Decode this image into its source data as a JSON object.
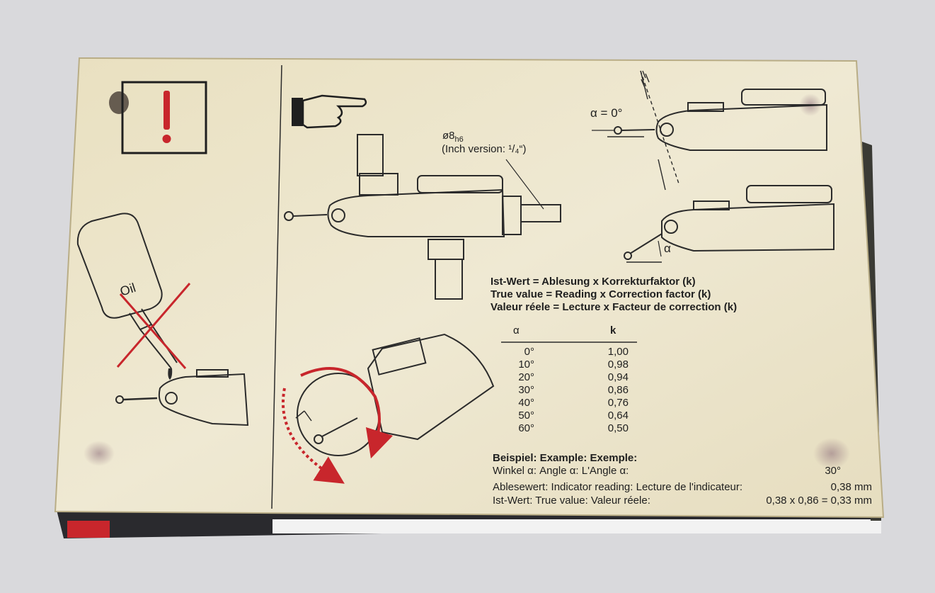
{
  "box": {
    "diameter_label": "ø8",
    "diameter_sub": "h6",
    "inch_label": "(Inch version: ¹/₄“)",
    "oil_label": "Oil",
    "angle_zero_label": "α = 0°",
    "alpha_symbol": "α",
    "formula": [
      "Ist-Wert = Ablesung x Korrekturfaktor (k)",
      "True value = Reading x Correction factor (k)",
      "Valeur réele = Lecture x Facteur de correction (k)"
    ],
    "table": {
      "headers": [
        "α",
        "k"
      ],
      "rows": [
        {
          "angle": "0°",
          "k": "1,00"
        },
        {
          "angle": "10°",
          "k": "0,98"
        },
        {
          "angle": "20°",
          "k": "0,94"
        },
        {
          "angle": "30°",
          "k": "0,86"
        },
        {
          "angle": "40°",
          "k": "0,76"
        },
        {
          "angle": "50°",
          "k": "0,64"
        },
        {
          "angle": "60°",
          "k": "0,50"
        }
      ]
    },
    "example": {
      "title": "Beispiel: Example: Exemple:",
      "lines": [
        {
          "label": "Winkel α: Angle α: L'Angle α:",
          "value": "30°"
        },
        {
          "label": "Ablesewert: Indicator reading: Lecture de l'indicateur:",
          "value": "0,38 mm"
        },
        {
          "label": "Ist-Wert: True value: Valeur réele:",
          "value": "0,38 x 0,86 = 0,33 mm"
        }
      ]
    }
  },
  "colors": {
    "background": "#d9d9dc",
    "card": "#ebe4c8",
    "red": "#c8262c",
    "ink": "#1f1f1f"
  },
  "icons": [
    "warning-icon",
    "pointing-hand-icon",
    "oil-bottle-icon",
    "cross-icon",
    "rotation-arrow-icon"
  ]
}
